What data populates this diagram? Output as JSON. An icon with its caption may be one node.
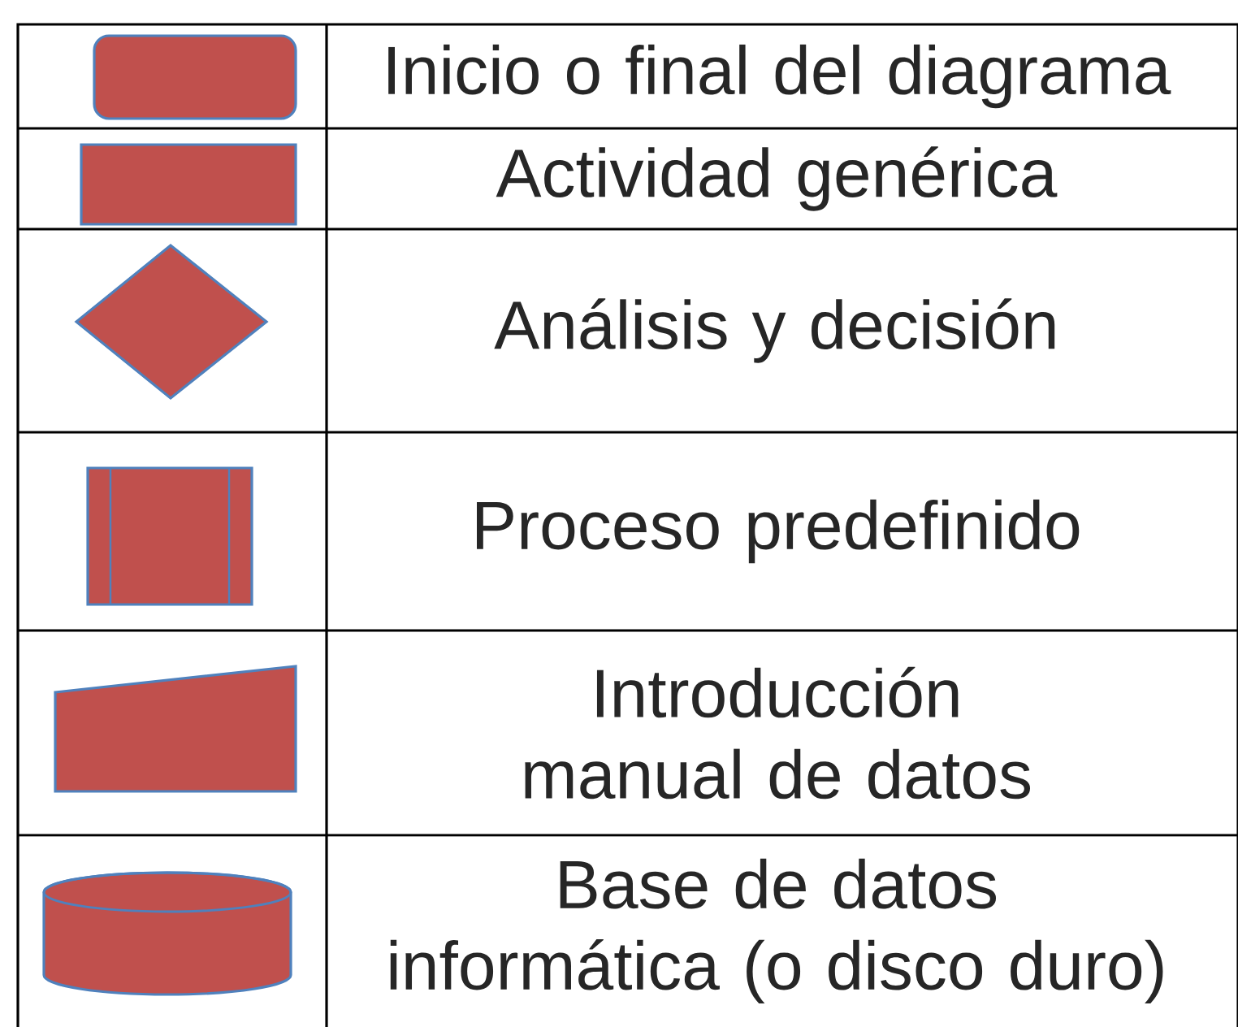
{
  "diagram": {
    "legend": [
      {
        "text": "Inicio o final del diagrama"
      },
      {
        "text": "Actividad genérica"
      },
      {
        "text": "Análisis y decisión"
      },
      {
        "text": "Proceso predefinido"
      },
      {
        "text": "Introducción manual de datos"
      },
      {
        "text": "Base de datos informática (o disco duro)"
      }
    ]
  }
}
